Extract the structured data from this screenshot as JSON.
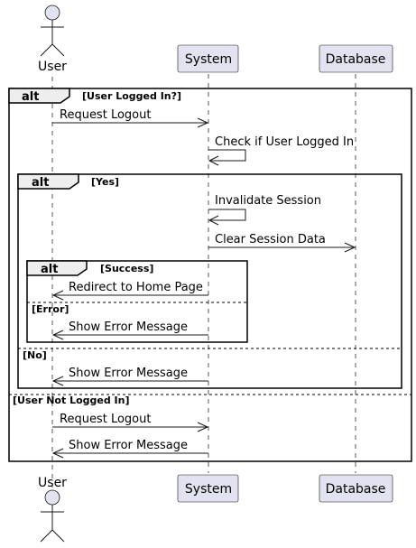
{
  "participants": {
    "user": "User",
    "system": "System",
    "database": "Database"
  },
  "fragments": {
    "outer": {
      "keyword": "alt",
      "guard": "[User Logged In?]",
      "else_guard": "[User Not Logged In]"
    },
    "yes": {
      "keyword": "alt",
      "guard": "[Yes]",
      "else_guard": "[No]"
    },
    "success": {
      "keyword": "alt",
      "guard": "[Success]",
      "else_guard": "[Error]"
    }
  },
  "messages": [
    {
      "from": "User",
      "to": "System",
      "label": "Request Logout"
    },
    {
      "from": "System",
      "to": "System",
      "label": "Check if User Logged In"
    },
    {
      "from": "System",
      "to": "System",
      "label": "Invalidate Session"
    },
    {
      "from": "System",
      "to": "Database",
      "label": "Clear Session Data"
    },
    {
      "from": "System",
      "to": "User",
      "label": "Redirect to Home Page"
    },
    {
      "from": "System",
      "to": "User",
      "label": "Show Error Message"
    },
    {
      "from": "System",
      "to": "User",
      "label": "Show Error Message"
    },
    {
      "from": "User",
      "to": "System",
      "label": "Request Logout"
    },
    {
      "from": "System",
      "to": "User",
      "label": "Show Error Message"
    }
  ]
}
